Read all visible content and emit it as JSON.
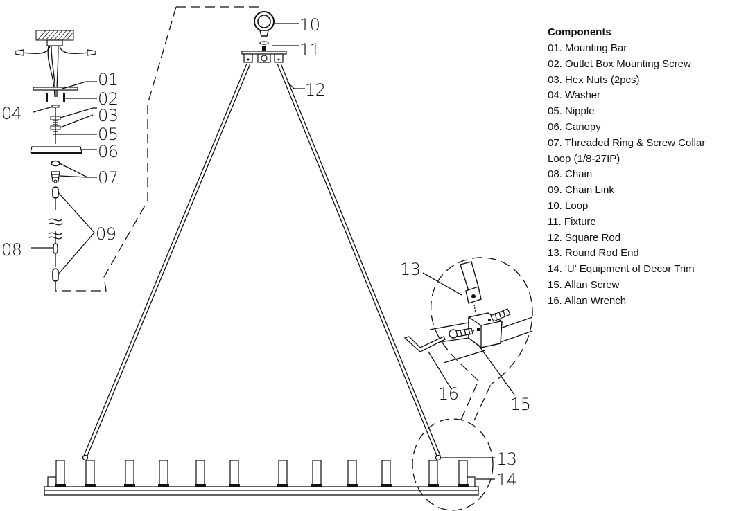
{
  "components_panel": {
    "title": "Components",
    "items": [
      "01. Mounting Bar",
      "02. Outlet Box Mounting Screw",
      "03. Hex Nuts (2pcs)",
      "04. Washer",
      "05. Nipple",
      "06. Canopy",
      "07. Threaded Ring & Screw Collar",
      "Loop (1/8-27IP)",
      "08. Chain",
      "09. Chain Link",
      "10. Loop",
      "11. Fixture",
      "12. Square Rod",
      "13. Round Rod End",
      "14. 'U' Equipment of Decor Trim",
      "15. Allan Screw",
      "16. Allan Wrench"
    ]
  },
  "callouts": {
    "c01": "01",
    "c02": "02",
    "c03": "03",
    "c04": "04",
    "c05": "05",
    "c06": "06",
    "c07": "07",
    "c08": "08",
    "c09": "09",
    "c10": "10",
    "c11": "11",
    "c12": "12",
    "c13_detail": "13",
    "c13_main": "13",
    "c14": "14",
    "c15": "15",
    "c16": "16"
  },
  "colors": {
    "line": "#111111",
    "background": "#ffffff"
  }
}
